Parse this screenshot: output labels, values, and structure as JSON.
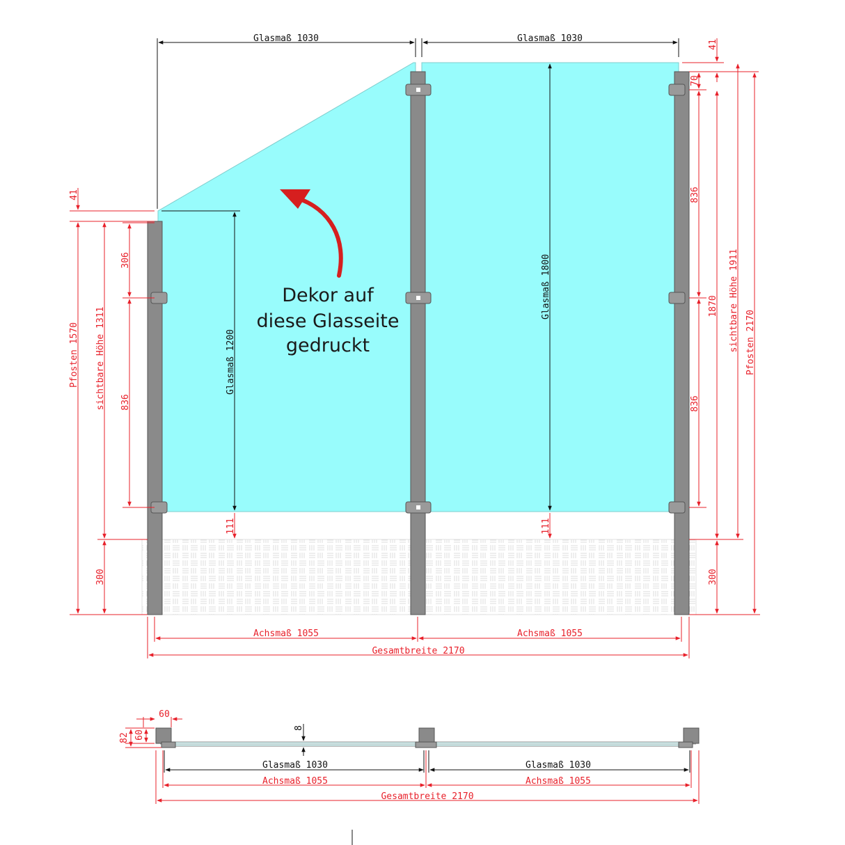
{
  "colors": {
    "glass": "#98fcfc",
    "post": "#8a8a8a",
    "red_dimension": "#e8202a",
    "black_dimension": "#111111",
    "arrow": "#d61f1f"
  },
  "icons": {
    "arrow": "curved-arrow-icon",
    "clamp": "glass-clamp-icon"
  },
  "note": {
    "line1": "Dekor auf",
    "line2": "diese Glasseite",
    "line3": "gedruckt"
  },
  "front_view": {
    "top_dims": {
      "left_glass": "Glasmaß 1030",
      "right_glass": "Glasmaß 1030",
      "top_offset": "41"
    },
    "left_side": {
      "offset": "41",
      "post": "Pfosten 1570",
      "visible_height": "sichtbare Höhe 1311",
      "clamp_top": "306",
      "clamp_gap": "836",
      "ground": "300"
    },
    "right_side": {
      "clamp_top": "70",
      "clamp_gap_upper": "836",
      "clamp_gap_lower": "836",
      "total": "1870",
      "visible_height": "sichtbare Höhe 1911",
      "post": "Pfosten 2170",
      "ground": "300"
    },
    "glass_heights": {
      "left": "Glasmaß 1200",
      "right": "Glasmaß 1800",
      "gap_left": "111",
      "gap_right": "111"
    },
    "bottom_dims": {
      "axis_left": "Achsmaß 1055",
      "axis_right": "Achsmaß 1055",
      "total_width": "Gesamtbreite 2170"
    }
  },
  "plan_view": {
    "post_width": "60",
    "post_depth": "60",
    "overall_depth": "82",
    "glass_thickness": "8",
    "glass_left": "Glasmaß 1030",
    "glass_right": "Glasmaß 1030",
    "axis_left": "Achsmaß 1055",
    "axis_right": "Achsmaß 1055",
    "total_width": "Gesamtbreite 2170"
  }
}
